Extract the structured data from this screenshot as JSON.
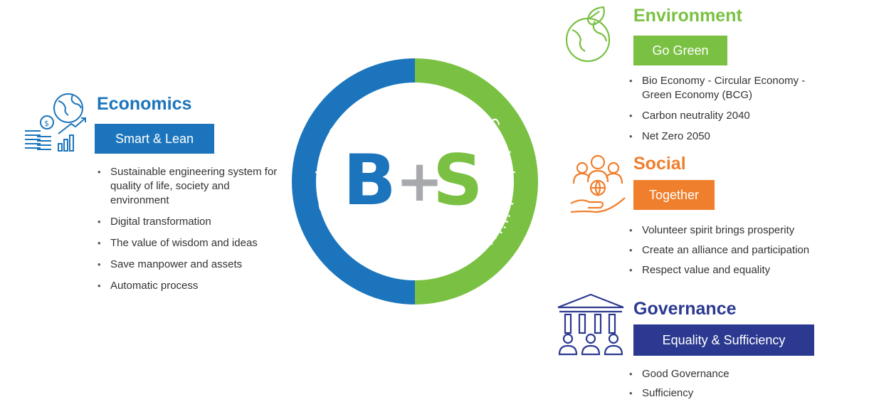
{
  "colors": {
    "blue": "#1c75bc",
    "green": "#7ac143",
    "gray": "#a7a9ac",
    "orange": "#f07f2d",
    "navy": "#2b3990",
    "econ_tag": "#1c75bc",
    "env_tag": "#7ac143",
    "social_tag": "#f07f2d",
    "gov_tag": "#2b3990"
  },
  "center": {
    "letter_b": "B",
    "plus": "+",
    "letter_s": "S",
    "left_arc_text": "Business",
    "right_arc_text": "Sustainability"
  },
  "economics": {
    "title": "Economics",
    "tag": "Smart & Lean",
    "icon": "globe-money-growth-icon",
    "items": [
      "Sustainable engineering system for quality of life, society and environment",
      "Digital transformation",
      "The value of wisdom and ideas",
      "Save manpower and assets",
      "Automatic process"
    ]
  },
  "environment": {
    "title": "Environment",
    "tag": "Go Green",
    "icon": "earth-leaf-icon",
    "items": [
      "Bio Economy - Circular Economy - Green Economy (BCG)",
      "Carbon neutrality 2040",
      "Net Zero 2050"
    ]
  },
  "social": {
    "title": "Social",
    "tag": "Together",
    "icon": "people-hand-globe-icon",
    "items": [
      "Volunteer spirit brings prosperity",
      "Create an alliance and participation",
      "Respect value and equality"
    ]
  },
  "governance": {
    "title": "Governance",
    "tag": "Equality & Sufficiency",
    "icon": "pillars-people-icon",
    "items": [
      "Good Governance",
      "Sufficiency"
    ]
  }
}
